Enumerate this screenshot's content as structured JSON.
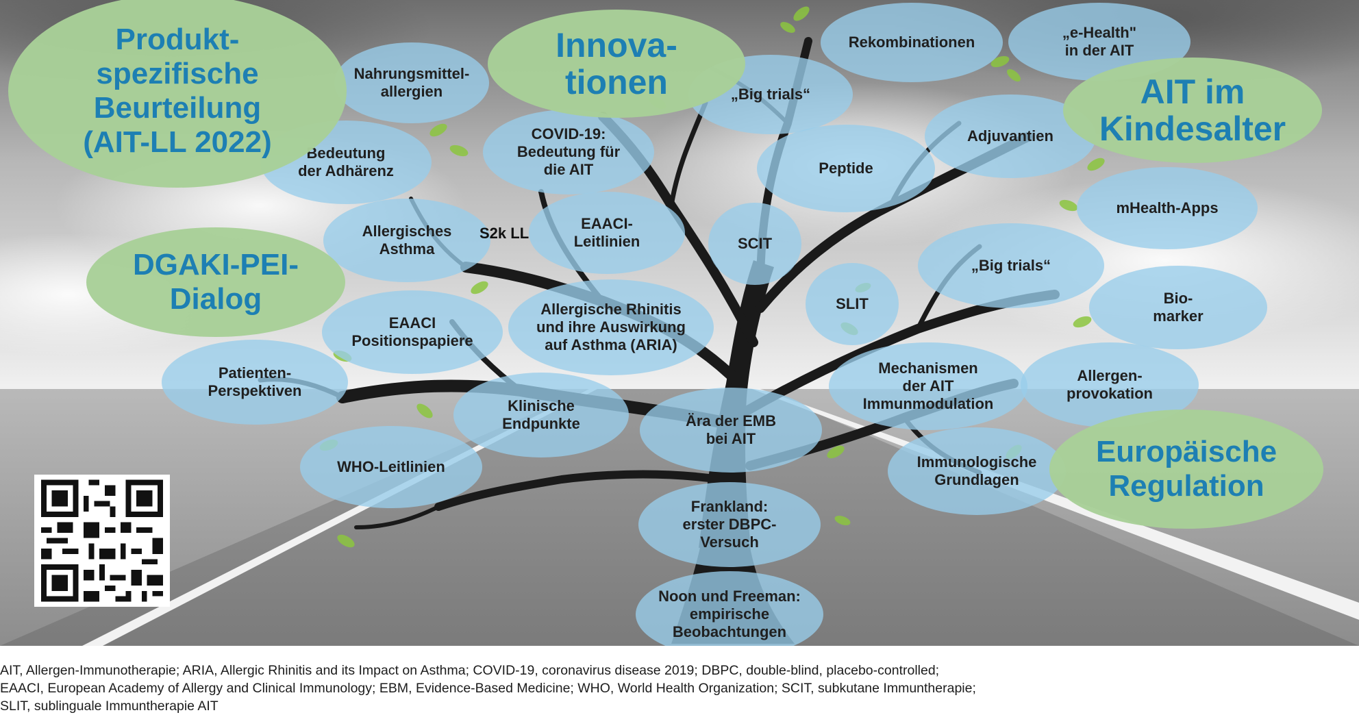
{
  "nodes": {
    "produktspezifische": "Produkt-\nspezifische\nBeurteilung\n(AIT-LL 2022)",
    "innovationen": "Innova-\ntionen",
    "ait_kindesalter": "AIT im\nKindesalter",
    "dgaki_pei": "DGAKI-PEI-\nDialog",
    "europaeische_regulation": "Europäische\nRegulation",
    "nahrungsmittelallergien": "Nahrungsmittel-\nallergien",
    "rekombinationen": "Rekombinationen",
    "ehealth": "„e-Health\"\nin der AIT",
    "big_trials_top": "„Big trials“",
    "covid": "COVID-19:\nBedeutung für\ndie AIT",
    "adjuvantien": "Adjuvantien",
    "adhaerenz": "Bedeutung\nder Adhärenz",
    "peptide": "Peptide",
    "mhealth": "mHealth-Apps",
    "asthma": "Allergisches\nAsthma",
    "eaaci_leitlinien": "EAACI-\nLeitlinien",
    "scit": "SCIT",
    "big_trials_right": "„Big trials“",
    "slit": "SLIT",
    "biomarker": "Bio-\nmarker",
    "eaaci_positionspapiere": "EAACI\nPositionspapiere",
    "aria": "Allergische Rhinitis\nund ihre Auswirkung\nauf Asthma (ARIA)",
    "patientenperspektiven": "Patienten-\nPerspektiven",
    "mechanismen": "Mechanismen\nder AIT\nImmunmodulation",
    "allergenprovokation": "Allergen-\nprovokation",
    "klinische_endpunkte": "Klinische\nEndpunkte",
    "aera_emb": "Ära der EMB\nbei AIT",
    "immunologische_grundlagen": "Immunologische\nGrundlagen",
    "who_leitlinien": "WHO-Leitlinien",
    "frankland": "Frankland:\nerster DBPC-\nVersuch",
    "noon_freeman": "Noon und Freeman:\nempirische\nBeobachtungen"
  },
  "s2k_label": "S2k LL",
  "caption": [
    "AIT, Allergen-Immunotherapie; ARIA, Allergic Rhinitis and its Impact on Asthma; COVID-19, coronavirus disease 2019; DBPC, double-blind, placebo-controlled;",
    "EAACI, European Academy of Allergy and Clinical Immunology; EBM, Evidence-Based Medicine; WHO, World Health Organization; SCIT, subkutane Immuntherapie;",
    "SLIT, sublinguale Immuntherapie AIT"
  ],
  "colors": {
    "bubble_blue": "#98cdeb",
    "bubble_green": "#a8d098",
    "green_text": "#1d7fb3",
    "leaf": "#8cc63f",
    "trunk": "#1a1a1a"
  },
  "icons": {
    "qr": "qr-code-icon"
  }
}
